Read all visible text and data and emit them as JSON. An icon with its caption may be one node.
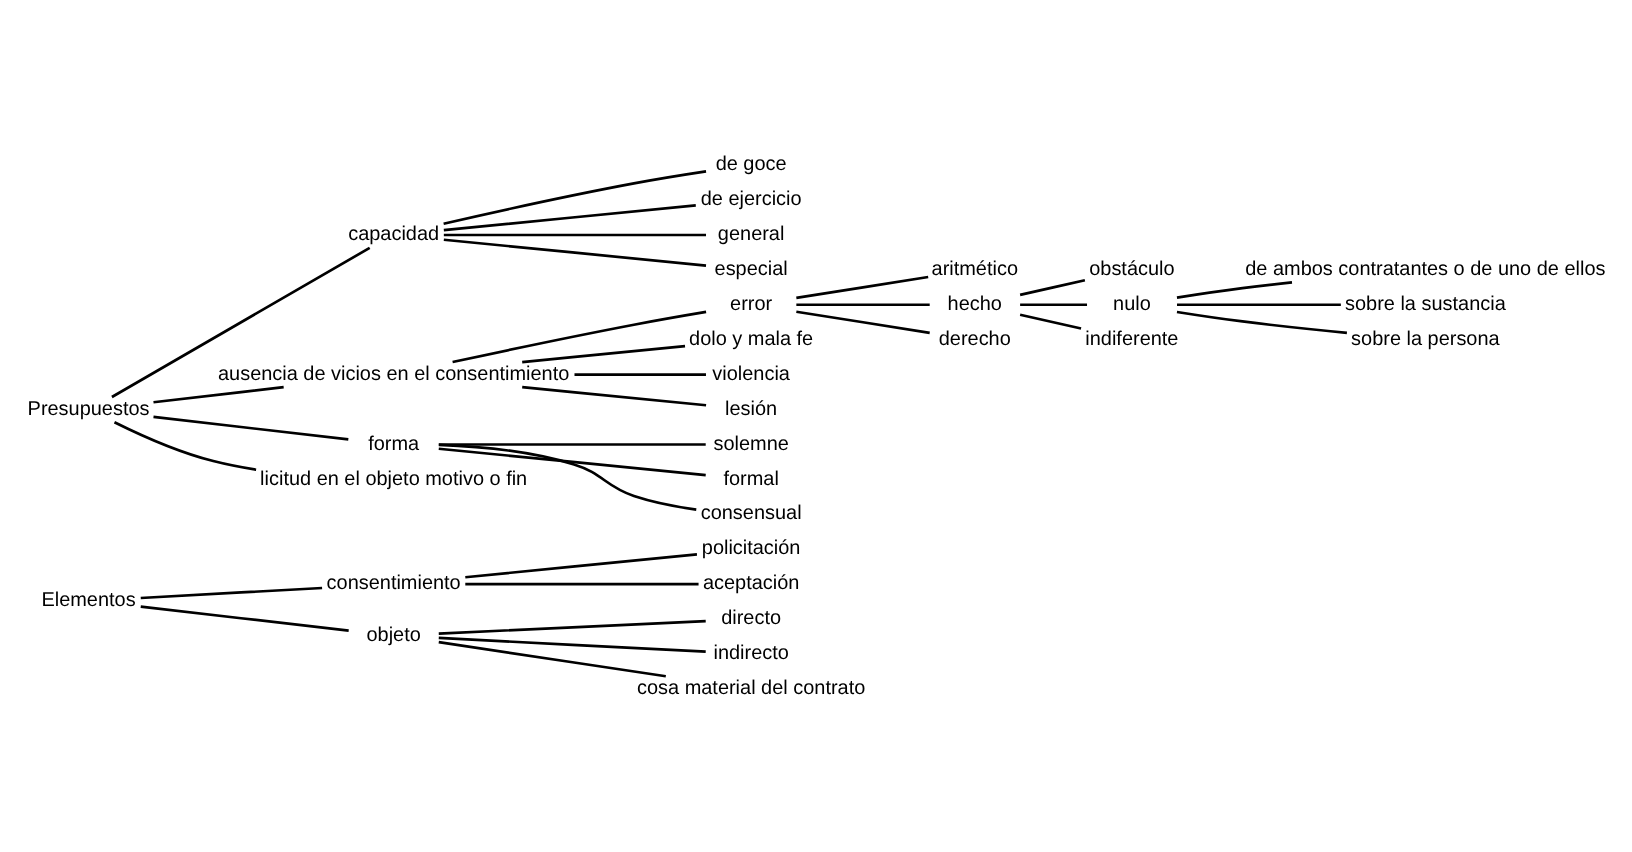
{
  "diagram": {
    "nodes": [
      {
        "text": [
          "Elementos"
        ]
      },
      {
        "text": [
          "consentimiento"
        ]
      },
      {
        "text": [
          "objeto"
        ]
      },
      {
        "text": [
          "policitación"
        ]
      },
      {
        "text": [
          "aceptación"
        ]
      },
      {
        "text": [
          "directo"
        ]
      },
      {
        "text": [
          "indirecto"
        ]
      },
      {
        "text": [
          "cosa material del contrato"
        ]
      },
      {
        "text": [
          "Presupuestos"
        ]
      },
      {
        "text": [
          "capacidad"
        ]
      },
      {
        "text": [
          "de goce"
        ]
      },
      {
        "text": [
          "de ejercicio"
        ]
      },
      {
        "text": [
          "general"
        ]
      },
      {
        "text": [
          "especial"
        ]
      },
      {
        "text": [
          "ausencia de vicios en el consentimiento"
        ]
      },
      {
        "text": [
          "error"
        ]
      },
      {
        "text": [
          "aritmético"
        ]
      },
      {
        "text": [
          "hecho"
        ]
      },
      {
        "text": [
          "obstáculo"
        ]
      },
      {
        "text": [
          "nulo"
        ]
      },
      {
        "text": [
          "de ambos contratantes o de uno de ellos"
        ]
      },
      {
        "text": [
          "sobre la sustancia"
        ]
      },
      {
        "text": [
          "sobre la persona"
        ]
      },
      {
        "text": [
          "indiferente"
        ]
      },
      {
        "text": [
          "derecho"
        ]
      },
      {
        "text": [
          "dolo y mala fe"
        ]
      },
      {
        "text": [
          "violencia"
        ]
      },
      {
        "text": [
          "lesión"
        ]
      },
      {
        "text": [
          "forma"
        ]
      },
      {
        "text": [
          "solemne"
        ]
      },
      {
        "text": [
          "formal"
        ]
      },
      {
        "text": [
          "consensual"
        ]
      },
      {
        "text": [
          "licitud en el objeto motivo o fin"
        ]
      }
    ],
    "edges": [
      {
        "from": 0,
        "to": 1,
        "arrow": "none"
      },
      {
        "from": 0,
        "to": 2,
        "arrow": "none"
      },
      {
        "from": 1,
        "to": 3,
        "arrow": "none"
      },
      {
        "from": 1,
        "to": 4,
        "arrow": "none"
      },
      {
        "from": 2,
        "to": 5,
        "arrow": "none"
      },
      {
        "from": 2,
        "to": 6,
        "arrow": "none"
      },
      {
        "from": 2,
        "to": 7,
        "arrow": "none"
      },
      {
        "from": 8,
        "to": 9,
        "arrow": "none"
      },
      {
        "from": 9,
        "to": 10,
        "arrow": "none"
      },
      {
        "from": 9,
        "to": 11,
        "arrow": "none"
      },
      {
        "from": 9,
        "to": 12,
        "arrow": "none"
      },
      {
        "from": 9,
        "to": 13,
        "arrow": "none"
      },
      {
        "from": 8,
        "to": 14,
        "arrow": "none"
      },
      {
        "from": 14,
        "to": 15,
        "arrow": "none"
      },
      {
        "from": 15,
        "to": 16,
        "arrow": "none"
      },
      {
        "from": 15,
        "to": 17,
        "arrow": "none"
      },
      {
        "from": 17,
        "to": 18,
        "arrow": "none"
      },
      {
        "from": 17,
        "to": 19,
        "arrow": "none"
      },
      {
        "from": 19,
        "to": 20,
        "arrow": "none"
      },
      {
        "from": 19,
        "to": 21,
        "arrow": "none"
      },
      {
        "from": 19,
        "to": 22,
        "arrow": "none"
      },
      {
        "from": 17,
        "to": 23,
        "arrow": "none"
      },
      {
        "from": 15,
        "to": 24,
        "arrow": "none"
      },
      {
        "from": 14,
        "to": 25,
        "arrow": "none"
      },
      {
        "from": 14,
        "to": 26,
        "arrow": "none"
      },
      {
        "from": 14,
        "to": 27,
        "arrow": "none"
      },
      {
        "from": 8,
        "to": 28,
        "arrow": "none"
      },
      {
        "from": 28,
        "to": 29,
        "arrow": "none"
      },
      {
        "from": 28,
        "to": 30,
        "arrow": "none"
      },
      {
        "from": 28,
        "to": 31,
        "arrow": "none"
      },
      {
        "from": 8,
        "to": 32,
        "arrow": "none"
      }
    ]
  }
}
